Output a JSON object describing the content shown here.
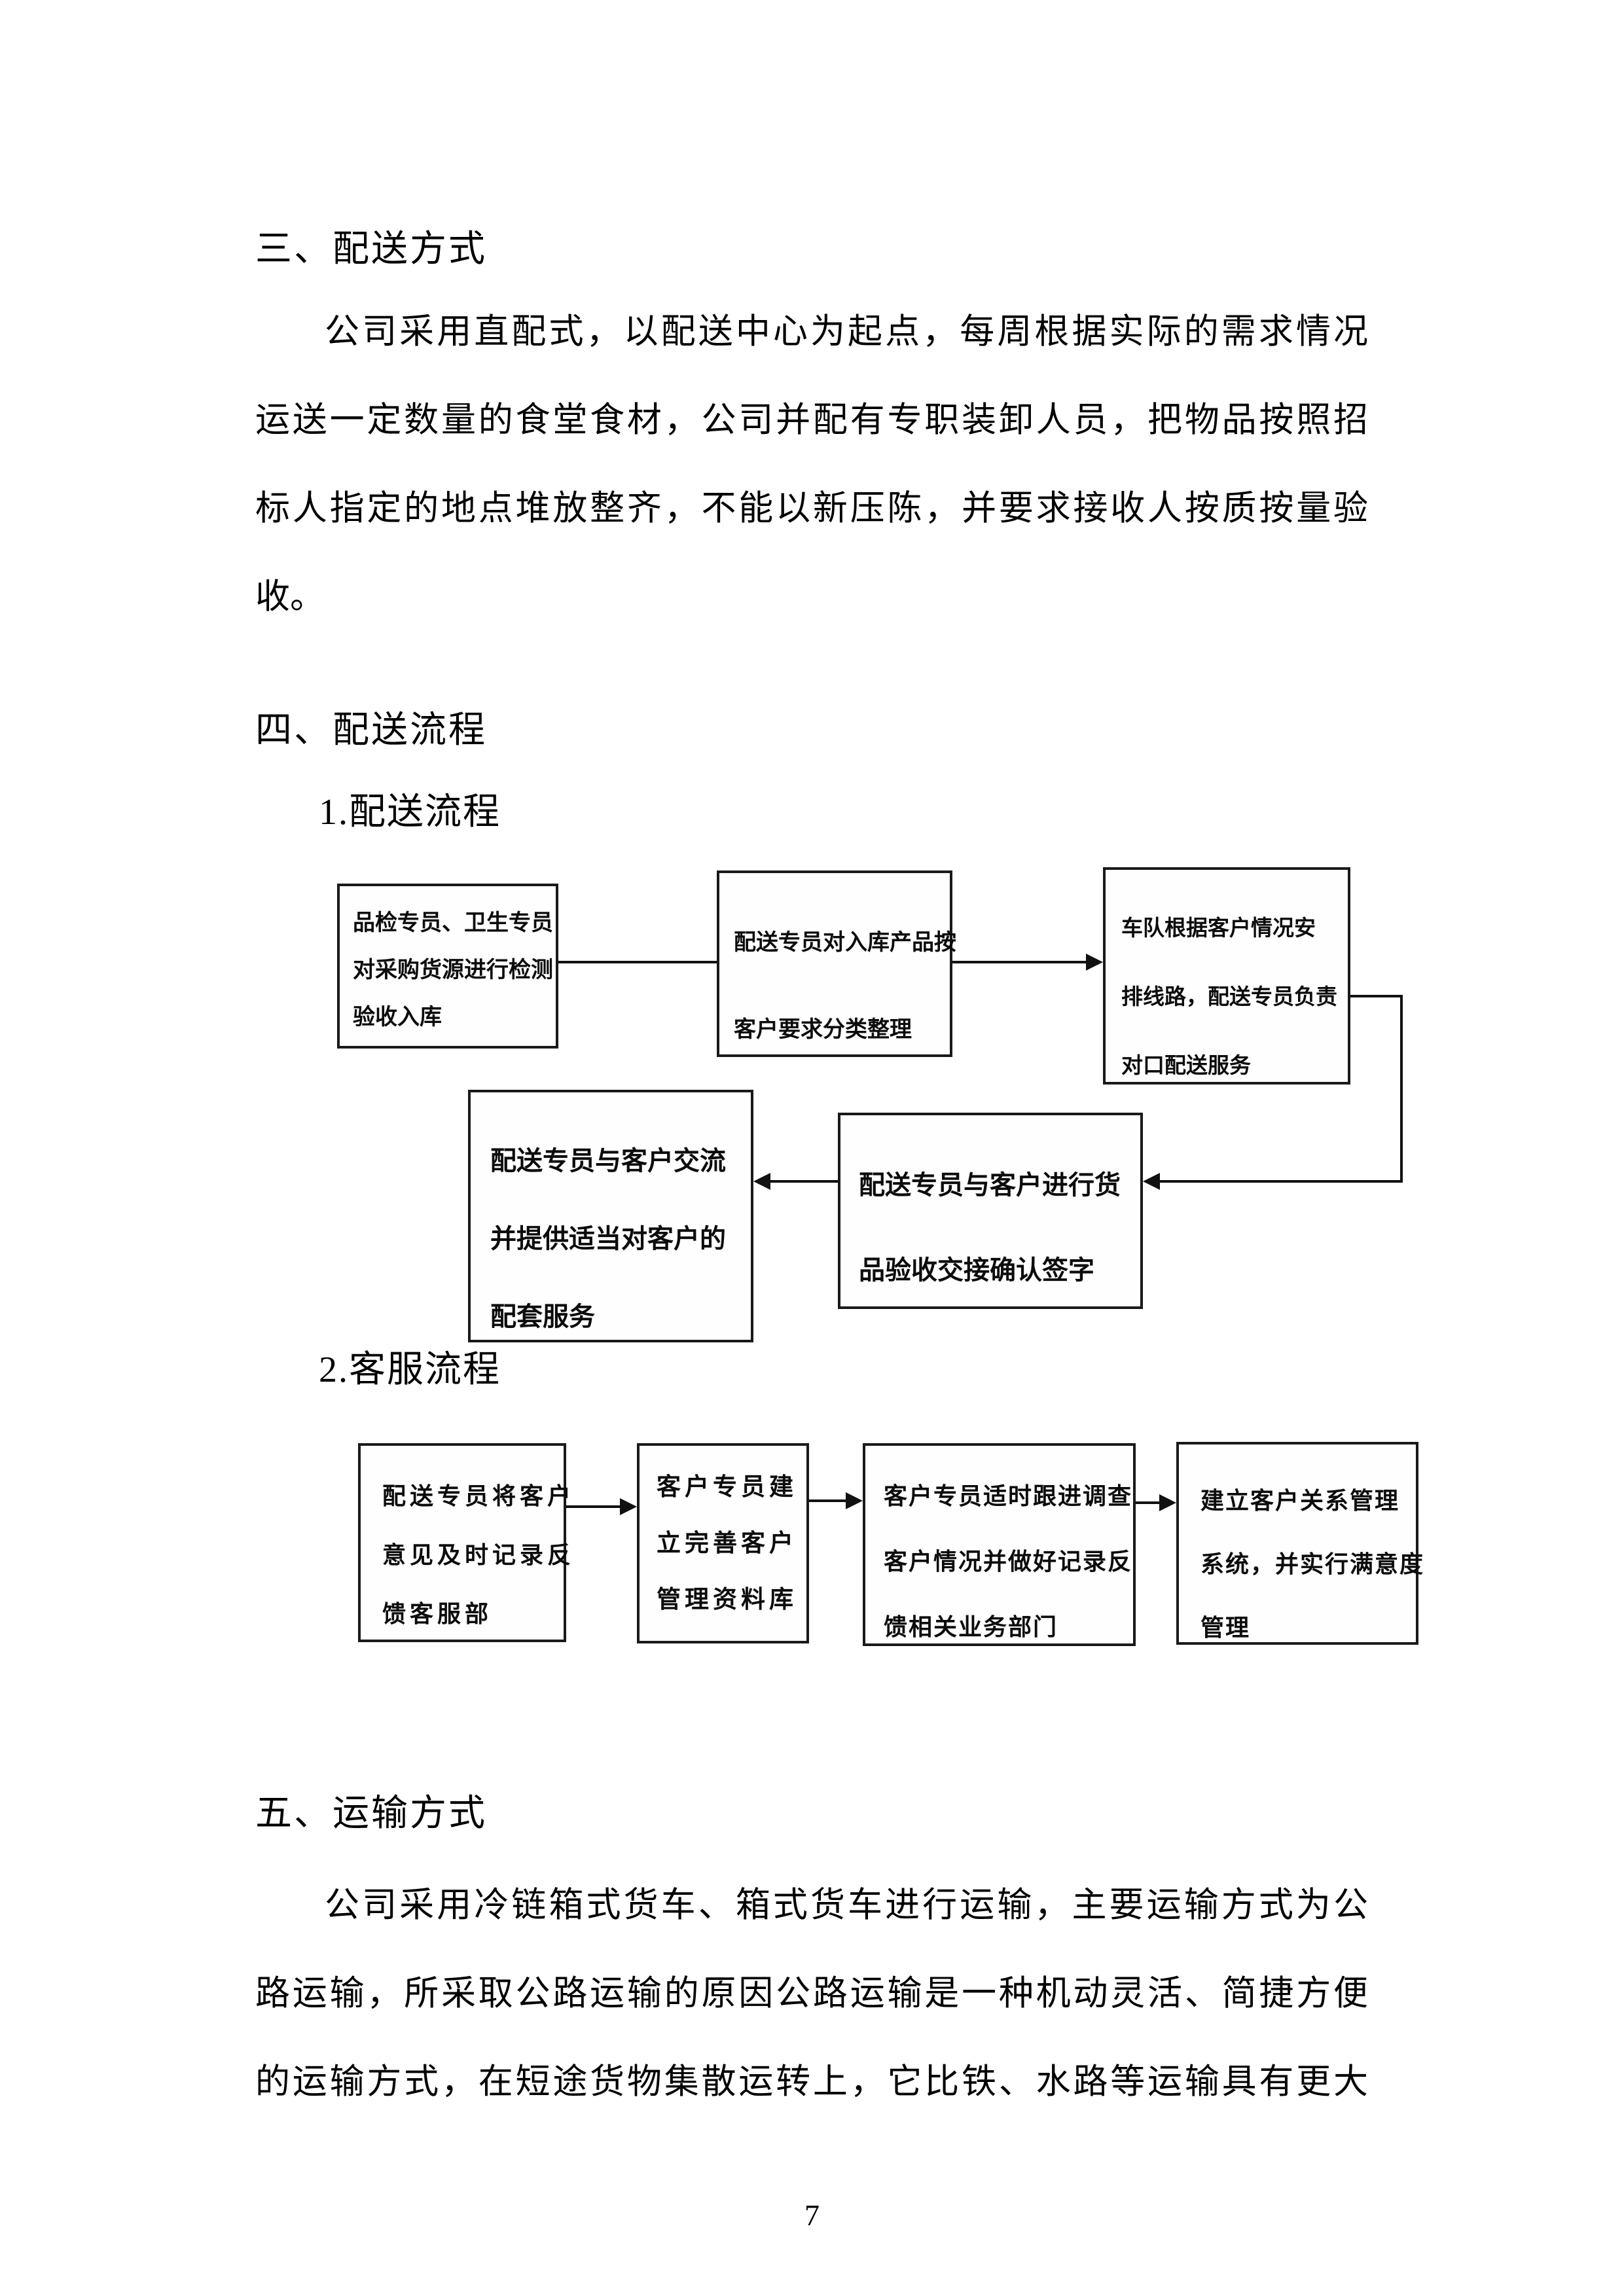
{
  "document": {
    "page_number": "7",
    "section3": {
      "heading": "三、配送方式",
      "paragraph_lines": [
        "公司采用直配式，以配送中心为起点，每周根据实际的需求情况",
        "运送一定数量的食堂食材，公司并配有专职装卸人员，把物品按照招",
        "标人指定的地点堆放整齐，不能以新压陈，并要求接收人按质按量验",
        "收。"
      ]
    },
    "section4": {
      "heading": "四、配送流程",
      "subheading1": "1.配送流程",
      "subheading2": "2.客服流程"
    },
    "section5": {
      "heading": "五、运输方式",
      "paragraph_lines": [
        "公司采用冷链箱式货车、箱式货车进行运输，主要运输方式为公",
        "路运输，所采取公路运输的原因公路运输是一种机动灵活、简捷方便",
        "的运输方式，在短途货物集散运转上，它比铁、水路等运输具有更大"
      ]
    }
  },
  "delivery_flowchart": {
    "boxes": [
      {
        "lines": [
          "品检专员、卫生专员",
          "对采购货源进行检测",
          "验收入库"
        ]
      },
      {
        "lines": [
          "配送专员对入库产品按",
          "客户要求分类整理"
        ]
      },
      {
        "lines": [
          "车队根据客户情况安",
          "排线路，配送专员负责",
          "对口配送服务"
        ]
      },
      {
        "lines": [
          "配送专员与客户进行货",
          "品验收交接确认签字"
        ]
      },
      {
        "lines": [
          "配送专员与客户交流",
          "并提供适当对客户的",
          "配套服务"
        ]
      }
    ]
  },
  "service_flowchart": {
    "boxes": [
      {
        "lines": [
          "配送专员将客户",
          "意见及时记录反",
          "馈客服部"
        ]
      },
      {
        "lines": [
          "客户专员建",
          "立完善客户",
          "管理资料库"
        ]
      },
      {
        "lines": [
          "客户专员适时跟进调查",
          "客户情况并做好记录反",
          "馈相关业务部门"
        ]
      },
      {
        "lines": [
          "建立客户关系管理",
          "系统，并实行满意度",
          "管理"
        ]
      }
    ]
  }
}
